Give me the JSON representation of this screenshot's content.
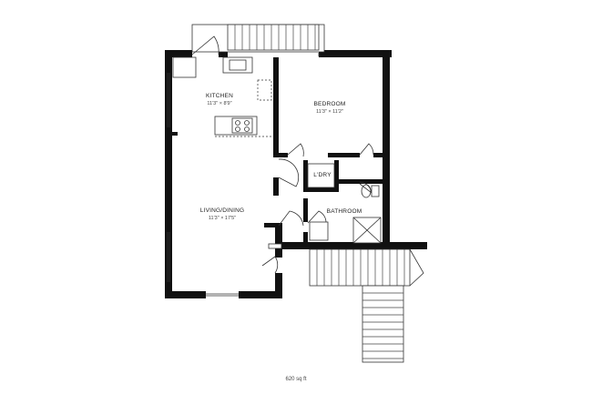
{
  "rooms": {
    "kitchen": {
      "name": "KITCHEN",
      "dims": "11'3\" × 8'9\""
    },
    "bedroom": {
      "name": "BEDROOM",
      "dims": "11'3\" × 11'2\""
    },
    "laundry": {
      "name": "L'DRY"
    },
    "bathroom": {
      "name": "BATHROOM"
    },
    "living": {
      "name": "LIVING/DINING",
      "dims": "11'3\" × 17'5\""
    }
  },
  "total_area": "620 sq ft"
}
